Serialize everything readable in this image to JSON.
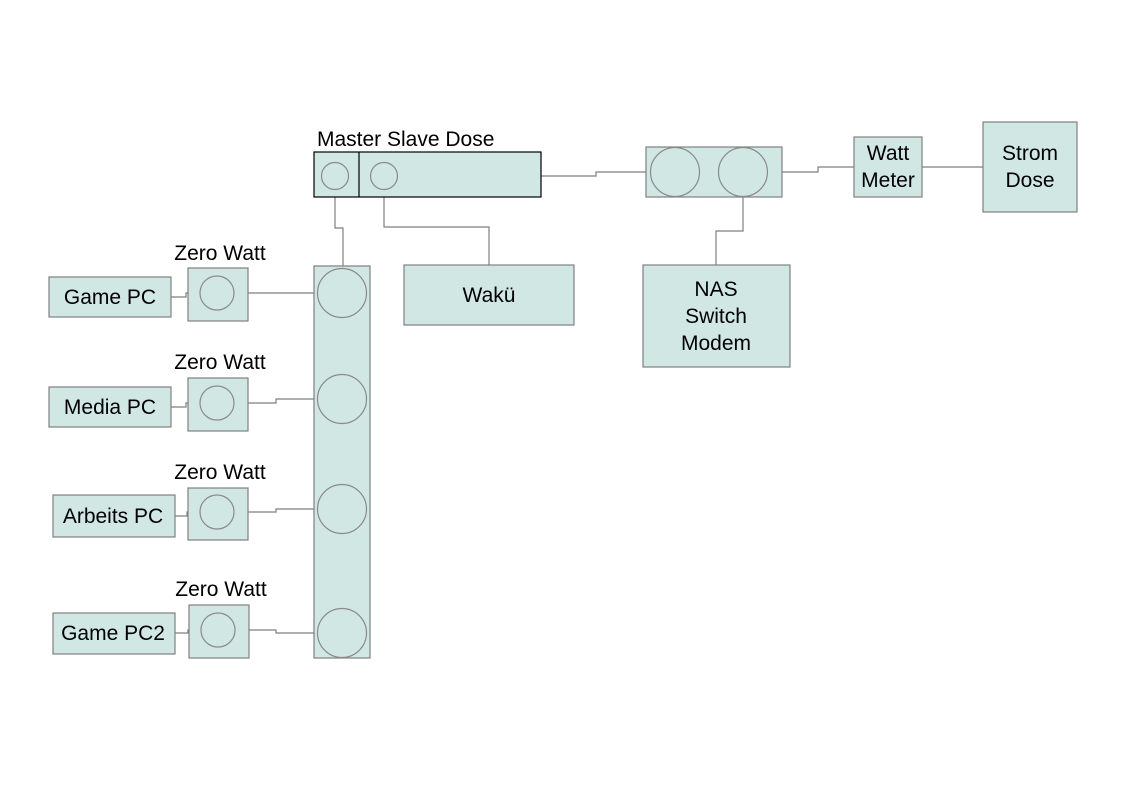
{
  "diagram": {
    "title_master_slave": "Master Slave Dose",
    "colors": {
      "box_fill": "#d1e7e4",
      "box_stroke": "#808080",
      "wire": "#7f7f7f"
    },
    "nodes": {
      "strom_dose": [
        "Strom",
        "Dose"
      ],
      "watt_meter": [
        "Watt",
        "Meter"
      ],
      "nas_switch_modem": [
        "NAS",
        "Switch",
        "Modem"
      ],
      "wakue": "Wakü",
      "zero_watt_label": "Zero Watt",
      "pcs": [
        "Game PC",
        "Media PC",
        "Arbeits PC",
        "Game PC2"
      ]
    },
    "zero_watt_labels": [
      "Zero Watt",
      "Zero Watt",
      "Zero Watt",
      "Zero Watt"
    ],
    "connections": [
      [
        "Strom Dose",
        "Watt Meter"
      ],
      [
        "Watt Meter",
        "Double Socket"
      ],
      [
        "Double Socket",
        "Master Slave Dose"
      ],
      [
        "Double Socket",
        "NAS Switch Modem"
      ],
      [
        "Master Slave Dose (master)",
        "Power Strip"
      ],
      [
        "Master Slave Dose (slave)",
        "Wakü"
      ],
      [
        "Power Strip",
        "Zero Watt 1"
      ],
      [
        "Power Strip",
        "Zero Watt 2"
      ],
      [
        "Power Strip",
        "Zero Watt 3"
      ],
      [
        "Power Strip",
        "Zero Watt 4"
      ],
      [
        "Zero Watt 1",
        "Game PC"
      ],
      [
        "Zero Watt 2",
        "Media PC"
      ],
      [
        "Zero Watt 3",
        "Arbeits PC"
      ],
      [
        "Zero Watt 4",
        "Game PC2"
      ]
    ]
  }
}
